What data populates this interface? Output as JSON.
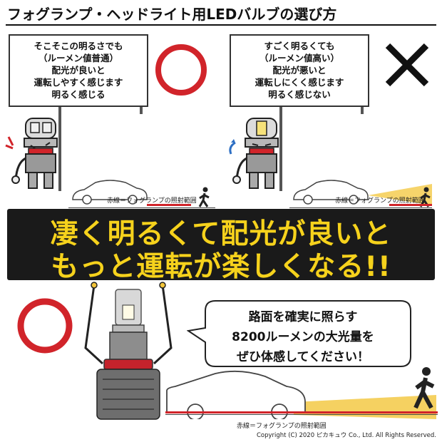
{
  "title": "フォグランプ・ヘッドライト用LEDバルブの選び方",
  "left_panel": {
    "sign_lines": [
      "そこそこの明るさでも",
      "（ルーメン値普通）",
      "配光が良いと",
      "運転しやすく感じます",
      "明るく感じる"
    ],
    "verdict": "good",
    "caption": "赤線＝フォグランプの照射範囲"
  },
  "right_panel": {
    "sign_lines": [
      "すごく明るくても",
      "（ルーメン値高い）",
      "配光が悪いと",
      "運転しにくく感じます",
      "明るく感じない"
    ],
    "verdict": "bad",
    "caption": "赤線＝フォグランプの照射範囲"
  },
  "banner": {
    "line1": "凄く明るくて配光が良いと",
    "line2": "もっと運転が楽しくなる!!"
  },
  "bottom": {
    "speech_lines": [
      "路面を確実に照らす",
      "8200ルーメンの大光量を",
      "ぜひ体感してください！"
    ],
    "caption": "赤線＝フォグランプの照射範囲",
    "copyright": "Copyright (C) 2020 ピカキュウ Co., Ltd. All Rights Reserved."
  },
  "colors": {
    "accent_red": "#d1242a",
    "banner_bg": "#1a1a1a",
    "banner_text": "#f6d21c",
    "beam": "#f3c53a"
  }
}
